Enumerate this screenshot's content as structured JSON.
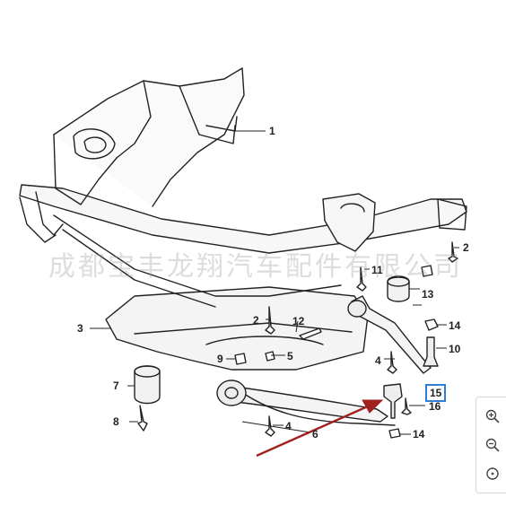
{
  "diagram": {
    "callouts": [
      {
        "id": "c1",
        "label": "1"
      },
      {
        "id": "c2a",
        "label": "2"
      },
      {
        "id": "c2b",
        "label": "2"
      },
      {
        "id": "c3",
        "label": "3"
      },
      {
        "id": "c4a",
        "label": "4"
      },
      {
        "id": "c4b",
        "label": "4"
      },
      {
        "id": "c5",
        "label": "5"
      },
      {
        "id": "c6",
        "label": "6"
      },
      {
        "id": "c7",
        "label": "7"
      },
      {
        "id": "c8",
        "label": "8"
      },
      {
        "id": "c9",
        "label": "9"
      },
      {
        "id": "c10",
        "label": "10"
      },
      {
        "id": "c11",
        "label": "11"
      },
      {
        "id": "c12",
        "label": "12"
      },
      {
        "id": "c13",
        "label": "13"
      },
      {
        "id": "c14a",
        "label": "14"
      },
      {
        "id": "c14b",
        "label": "14"
      },
      {
        "id": "c15",
        "label": "15"
      },
      {
        "id": "c16",
        "label": "16"
      }
    ],
    "highlighted_part": "15",
    "highlight_color": "#2f7fd6",
    "arrow_color": "#a11f1f"
  },
  "watermark": "成都宝丰龙翔汽车配件有限公司",
  "zoom_controls": {
    "zoom_in_icon": "zoom-in-icon",
    "zoom_out_icon": "zoom-out-icon",
    "reset_icon": "reset-icon"
  }
}
